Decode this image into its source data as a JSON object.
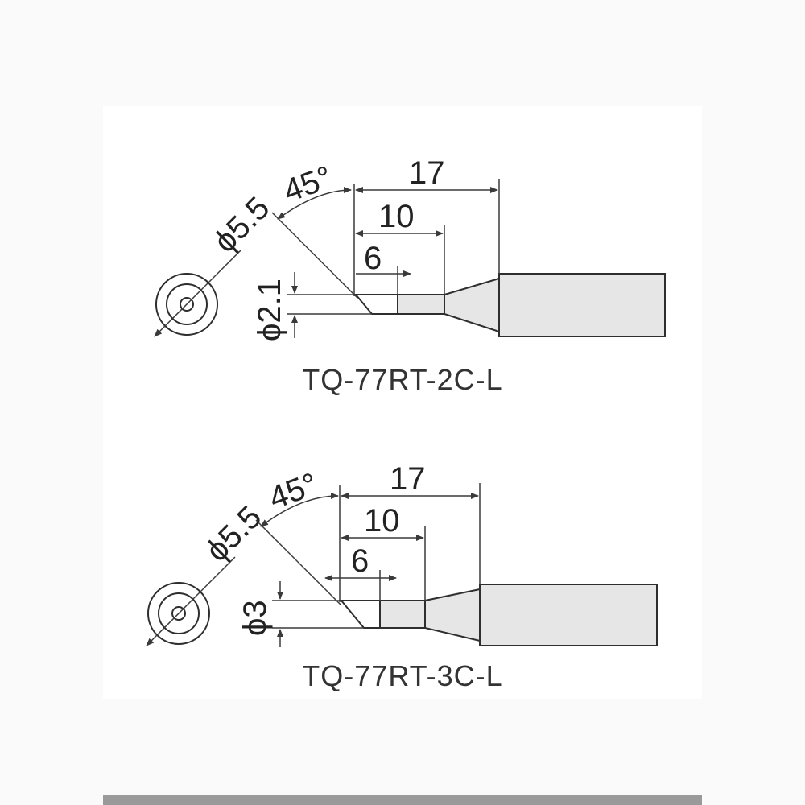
{
  "tips": [
    {
      "model": "TQ-77RT-2C-L",
      "angle": "45°",
      "shaft_diameter": "ϕ5.5",
      "tip_diameter": "ϕ2.1",
      "length_total": "17",
      "length_mid": "10",
      "length_short": "6"
    },
    {
      "model": "TQ-77RT-3C-L",
      "angle": "45°",
      "shaft_diameter": "ϕ5.5",
      "tip_diameter": "ϕ3",
      "length_total": "17",
      "length_mid": "10",
      "length_short": "6"
    }
  ],
  "colors": {
    "background": "#fafafa",
    "panel": "#ffffff",
    "fill": "#e6e6e6",
    "line": "#2e2e2e"
  }
}
